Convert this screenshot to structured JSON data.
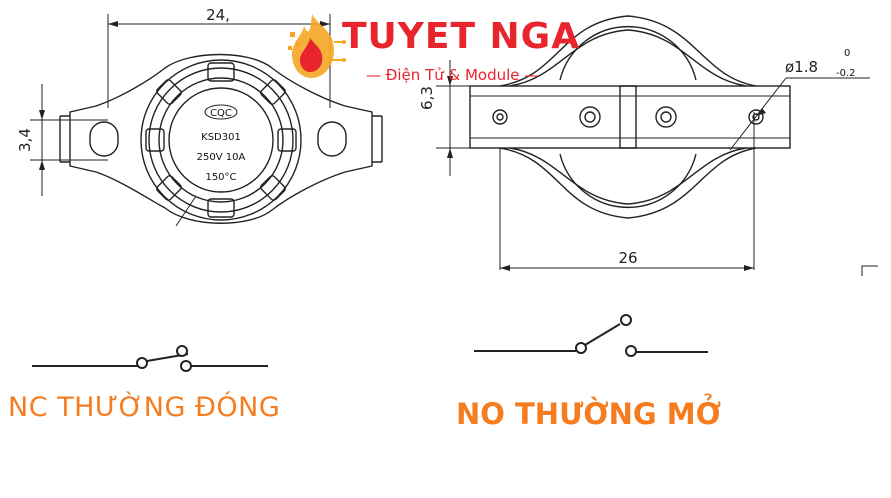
{
  "front_view": {
    "width_dim": "24,",
    "hole_dim": "3,4",
    "marking_brand": "CQC",
    "marking_model": "KSD301",
    "marking_rating": "250V  10A",
    "marking_temp": "150°C"
  },
  "side_view": {
    "height_dim": "6,3",
    "length_dim": "26",
    "hole_dia_dim": "ø1.8",
    "tol_upper": "0",
    "tol_lower": "-0.2"
  },
  "logo": {
    "name": "TUYET NGA",
    "tagline": "— Điện Tử & Module —",
    "colors": {
      "red": "#e8242d",
      "orange": "#f5a623"
    }
  },
  "labels": {
    "nc": "NC THƯỜNG ĐÓNG",
    "no": "NO THƯỜNG MỞ",
    "color": "#f57c1f"
  }
}
